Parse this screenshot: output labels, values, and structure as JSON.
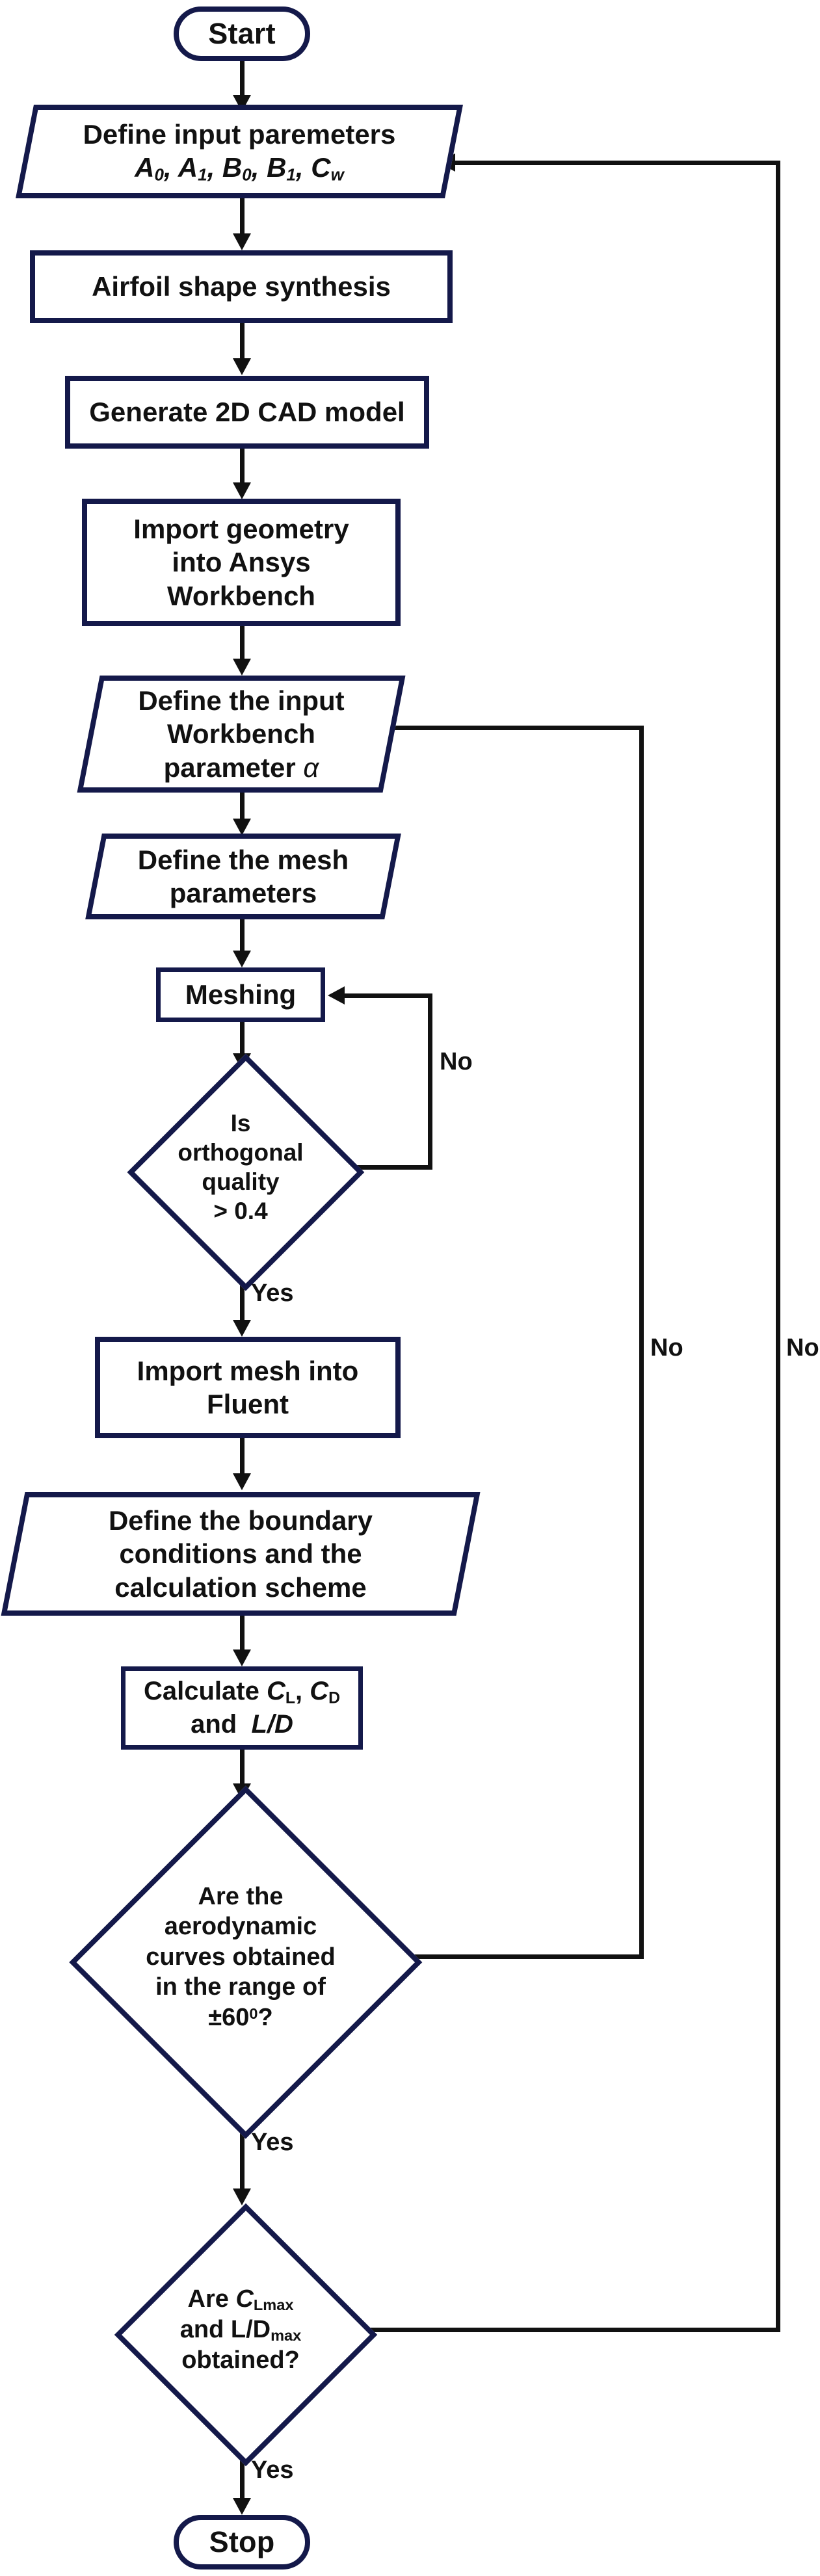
{
  "diagram": {
    "title": "Airfoil design and CFD simulation workflow flowchart",
    "colors": {
      "node_border": "#14194a",
      "connector": "#111111",
      "node_fill": "#ffffff",
      "text": "#111111"
    },
    "nodes": {
      "start": {
        "label": "Start",
        "shape": "terminator"
      },
      "input_parameters": {
        "line1": "Define input paremeters",
        "line2_prefix": "A",
        "shape": "data",
        "symbols": "A0, A1, B0, B1, Cw"
      },
      "airfoil_synthesis": {
        "label": "Airfoil shape synthesis",
        "shape": "process"
      },
      "cad_model": {
        "label": "Generate 2D CAD model",
        "shape": "process"
      },
      "import_geometry": {
        "line1": "Import geometry",
        "line2": "into Ansys",
        "line3": "Workbench",
        "shape": "process"
      },
      "workbench_parameter": {
        "line1": "Define the input",
        "line2": "Workbench",
        "line3_prefix": "parameter",
        "line3_symbol": "α",
        "shape": "data"
      },
      "mesh_parameters": {
        "line1": "Define the mesh",
        "line2": "parameters",
        "shape": "data"
      },
      "meshing": {
        "label": "Meshing",
        "shape": "process"
      },
      "orthogonal_quality": {
        "line1": "Is",
        "line2": "orthogonal",
        "line3": "quality",
        "line4": "> 0.4",
        "shape": "decision"
      },
      "import_mesh": {
        "line1": "Import mesh into",
        "line2": "Fluent",
        "shape": "process"
      },
      "boundary_conditions": {
        "line1": "Define the boundary",
        "line2": "conditions and the",
        "line3": "calculation scheme",
        "shape": "data"
      },
      "calculate": {
        "line1_prefix": "Calculate",
        "line1_c_l": "C",
        "line1_c_l_sub": "L",
        "line1_c_d": "C",
        "line1_c_d_sub": "D",
        "line2_prefix": "and",
        "line2_symbol": "L/D",
        "shape": "process"
      },
      "aero_curves": {
        "line1": "Are the",
        "line2": "aerodynamic",
        "line3": "curves obtained",
        "line4": "in the range of",
        "line5_value": "±60",
        "line5_sup": "0",
        "line5_suffix": "?",
        "shape": "decision"
      },
      "max_values": {
        "line1_prefix": "Are",
        "line1_symbol": "C",
        "line1_sub": "Lmax",
        "line2_prefix": "and L/D",
        "line2_sub": "max",
        "line3": "obtained?",
        "shape": "decision"
      },
      "stop": {
        "label": "Stop",
        "shape": "terminator"
      }
    },
    "edge_labels": {
      "mesh_loop_no": "No",
      "orthogonal_yes": "Yes",
      "aero_curves_no": "No",
      "aero_curves_yes": "Yes",
      "max_values_no": "No",
      "max_values_yes": "Yes"
    }
  }
}
